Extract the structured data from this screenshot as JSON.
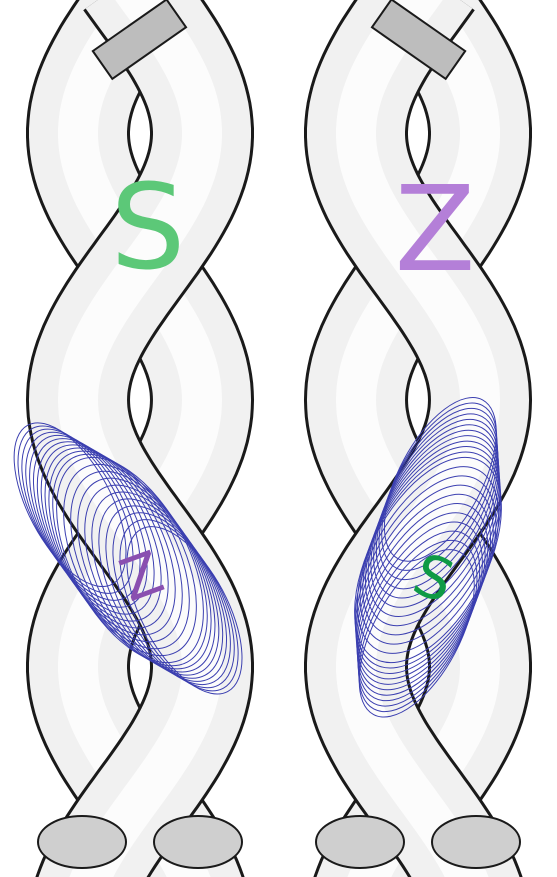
{
  "diagram": {
    "left_rope": {
      "ply_twist_label": "S",
      "fiber_twist_label": "Z",
      "ply_twist_color": "#5cc878",
      "fiber_twist_color": "#8a4fb0"
    },
    "right_rope": {
      "ply_twist_label": "Z",
      "fiber_twist_label": "S",
      "ply_twist_color": "#b47fd8",
      "fiber_twist_color": "#0f9a45"
    },
    "colors": {
      "strand_fill": "#f1f1f1",
      "strand_stroke": "#1a1a1a",
      "fiber_lines": "#3b3fb0",
      "end_cap": "#cfcfcf"
    }
  }
}
